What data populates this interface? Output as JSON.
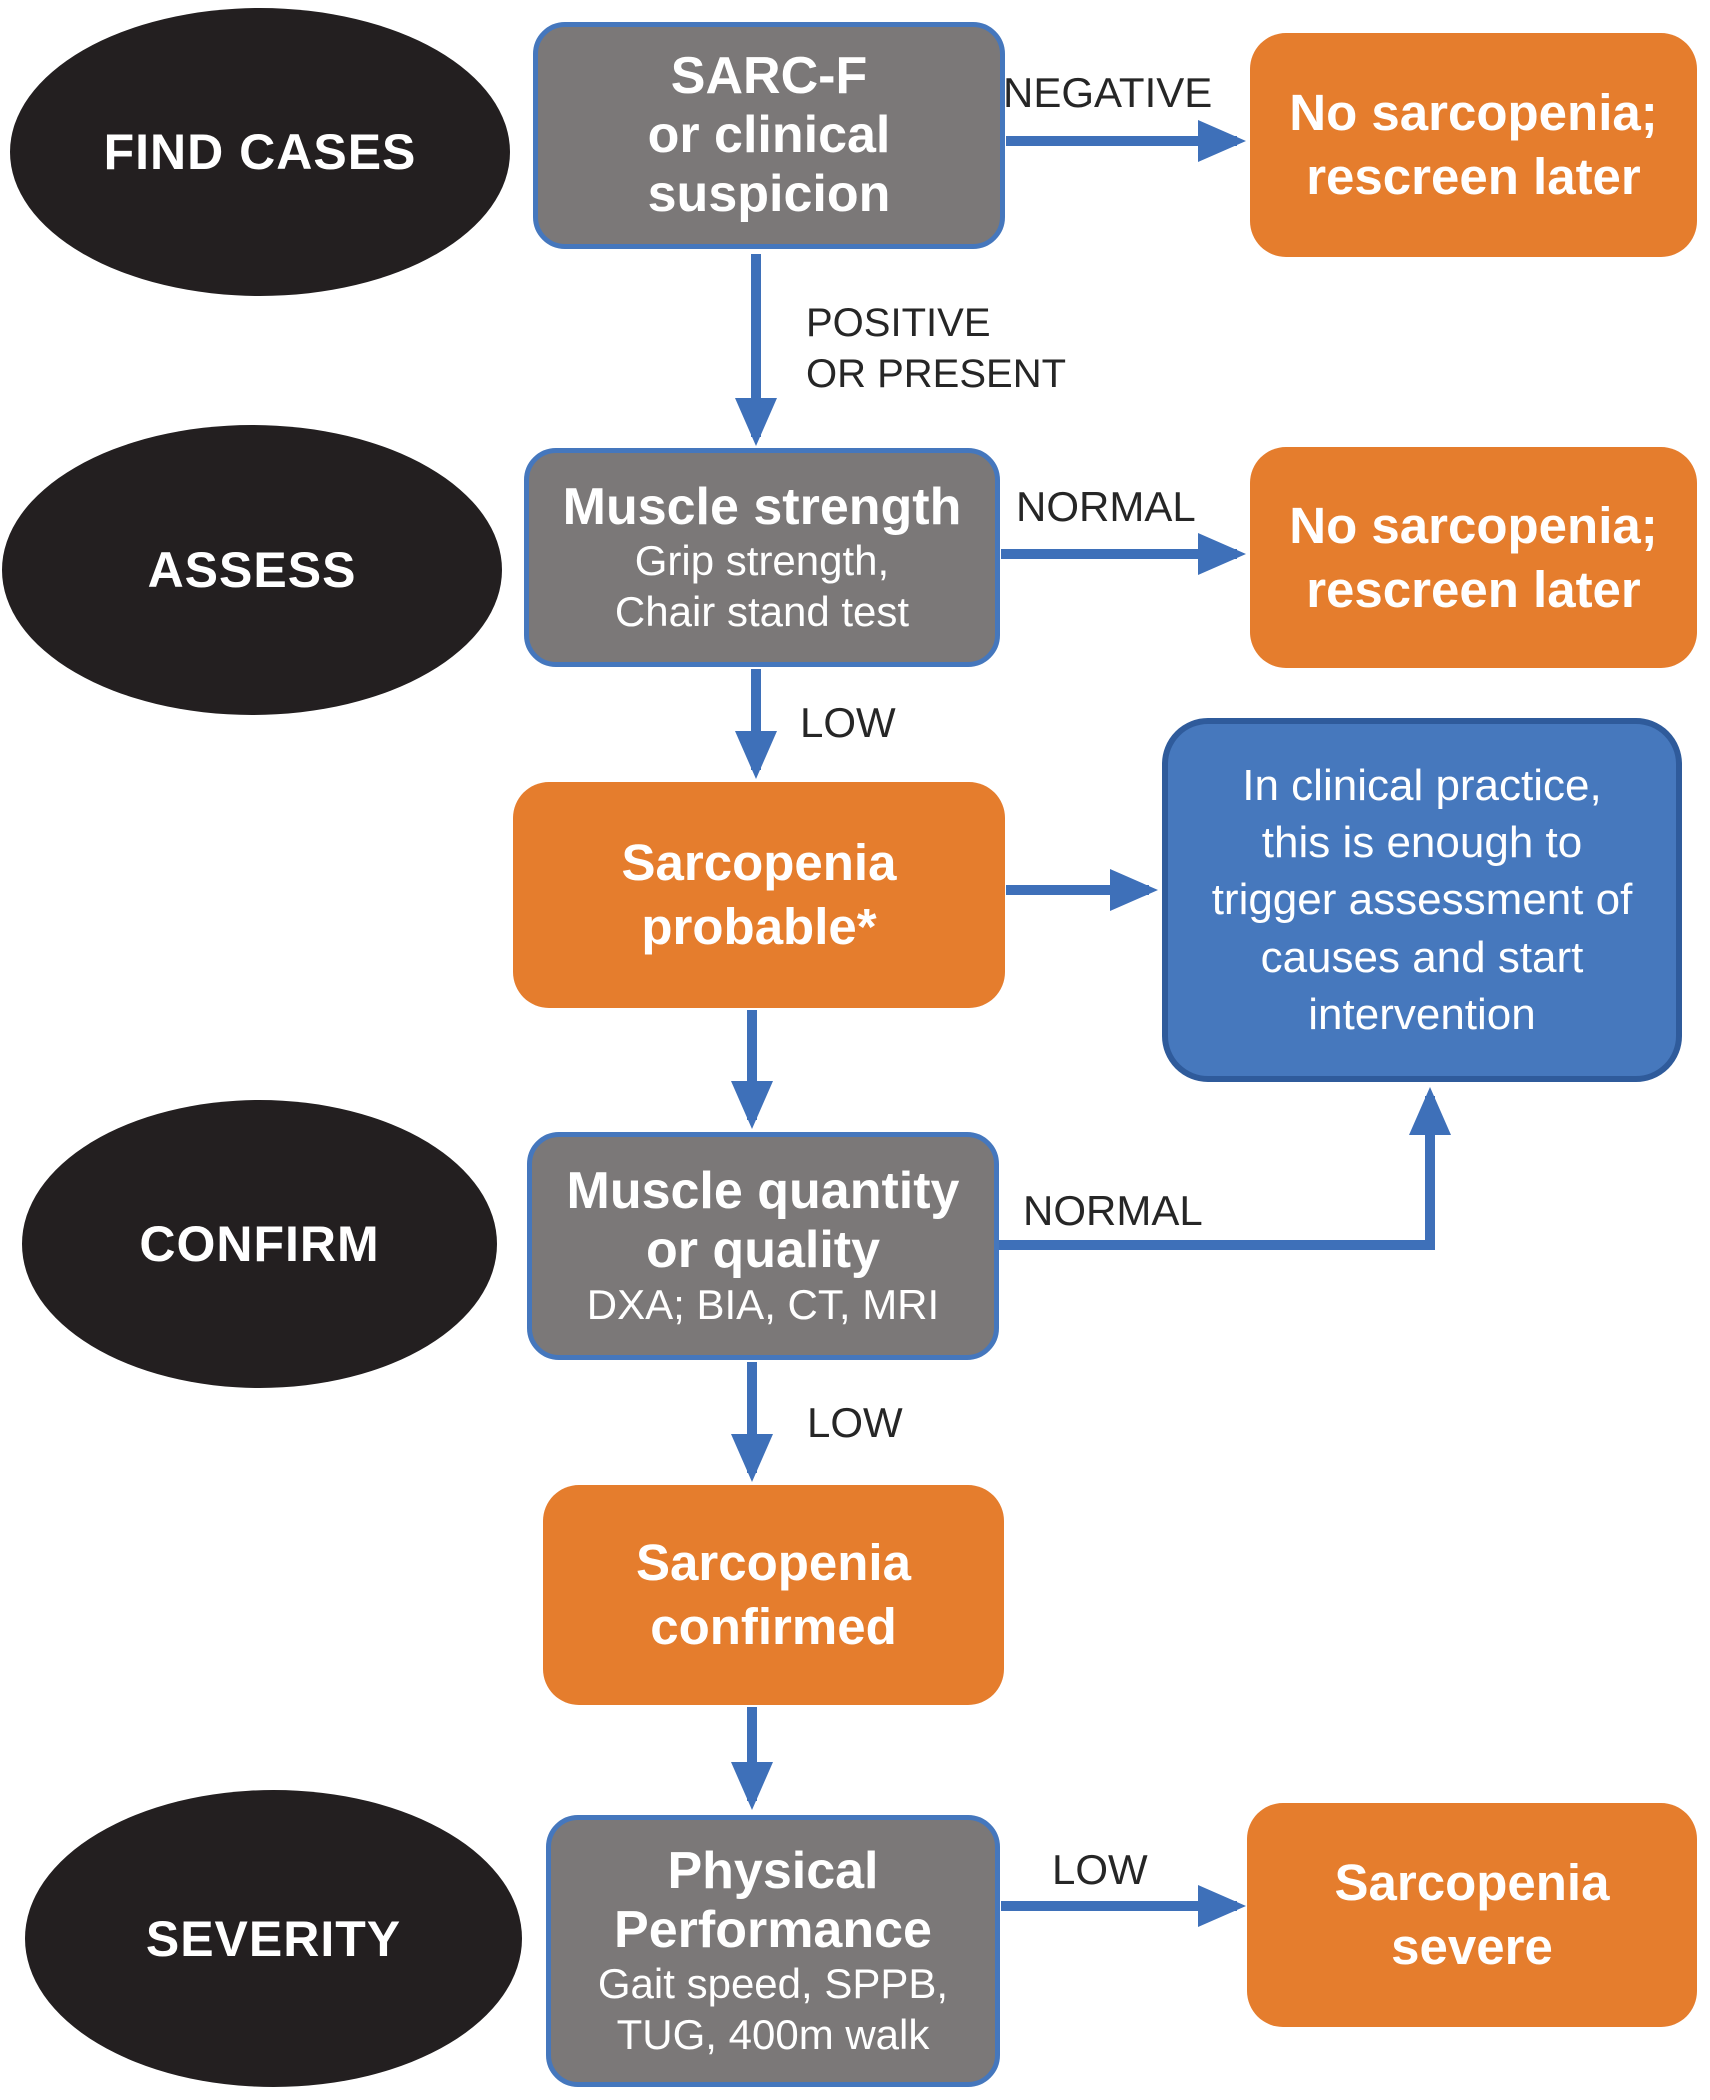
{
  "colors": {
    "stage_ellipse": "#231F20",
    "assessment_box_fill": "#7B7878",
    "assessment_box_border": "#4577BD",
    "outcome_box_orange": "#E57D2D",
    "note_box_fill": "#4678BD",
    "note_box_border": "#2F5B9B",
    "arrow_blue": "#3E70B9",
    "edge_label_text": "#262626",
    "box_text": "#FFFFFF"
  },
  "stages": [
    {
      "label": "FIND CASES"
    },
    {
      "label": "ASSESS"
    },
    {
      "label": "CONFIRM"
    },
    {
      "label": "SEVERITY"
    }
  ],
  "nodes": {
    "screening": {
      "lines": [
        "SARC-F",
        "or clinical",
        "suspicion"
      ]
    },
    "no_sarcopenia_top": {
      "lines": [
        "No sarcopenia;",
        "rescreen later"
      ]
    },
    "muscle_strength": {
      "title": "Muscle strength",
      "sub_lines": [
        "Grip strength,",
        "Chair stand test"
      ]
    },
    "no_sarcopenia_mid": {
      "lines": [
        "No sarcopenia;",
        "rescreen later"
      ]
    },
    "sarcopenia_probable": {
      "lines": [
        "Sarcopenia",
        "probable*"
      ]
    },
    "clinical_note": {
      "lines": [
        "In clinical practice,",
        "this is enough to",
        "trigger assessment of",
        "causes and start",
        "intervention"
      ]
    },
    "muscle_quantity": {
      "title_lines": [
        "Muscle quantity",
        "or quality"
      ],
      "sub_lines": [
        "DXA; BIA, CT, MRI"
      ]
    },
    "sarcopenia_confirmed": {
      "lines": [
        "Sarcopenia",
        "confirmed"
      ]
    },
    "physical_performance": {
      "title_lines": [
        "Physical",
        "Performance"
      ],
      "sub_lines": [
        "Gait speed, SPPB,",
        "TUG, 400m walk"
      ]
    },
    "sarcopenia_severe": {
      "lines": [
        "Sarcopenia",
        "severe"
      ]
    }
  },
  "edges": {
    "negative": "NEGATIVE",
    "positive_line1": "POSITIVE",
    "positive_line2": "OR PRESENT",
    "normal_strength": "NORMAL",
    "low_strength": "LOW",
    "normal_quantity": "NORMAL",
    "low_quantity": "LOW",
    "low_performance": "LOW"
  }
}
